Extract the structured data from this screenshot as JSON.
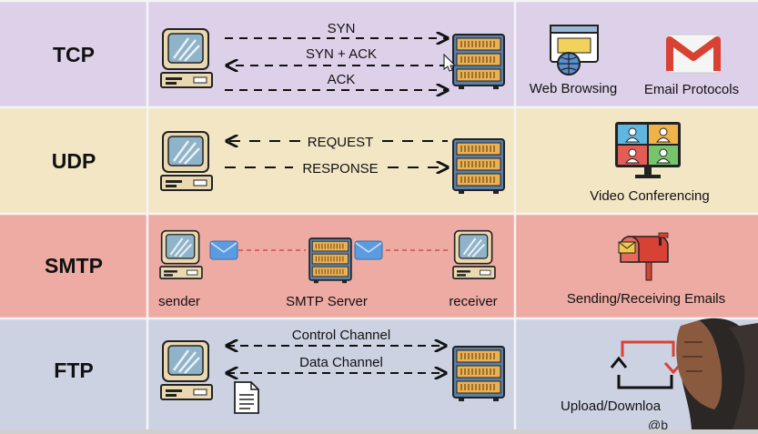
{
  "rows": [
    {
      "protocol": "TCP",
      "color": "#ddd1ea",
      "messages": [
        "SYN",
        "SYN + ACK",
        "ACK"
      ],
      "uses": [
        "Web Browsing",
        "Email Protocols"
      ],
      "icons": [
        "browser-globe-icon",
        "gmail-envelope-icon"
      ]
    },
    {
      "protocol": "UDP",
      "color": "#f3e6c5",
      "messages": [
        "REQUEST",
        "RESPONSE"
      ],
      "uses": [
        "Video Conferencing"
      ],
      "icons": [
        "video-conference-icon"
      ]
    },
    {
      "protocol": "SMTP",
      "color": "#eeaba4",
      "labels": {
        "sender": "sender",
        "server": "SMTP Server",
        "receiver": "receiver"
      },
      "uses": [
        "Sending/Receiving Emails"
      ],
      "icons": [
        "mailbox-icon"
      ]
    },
    {
      "protocol": "FTP",
      "color": "#cdd2e3",
      "messages": [
        "Control Channel",
        "Data Channel"
      ],
      "uses": [
        "Upload/Downloa"
      ],
      "icons": [
        "upload-download-arrows-icon"
      ]
    }
  ],
  "watermark": "@b"
}
